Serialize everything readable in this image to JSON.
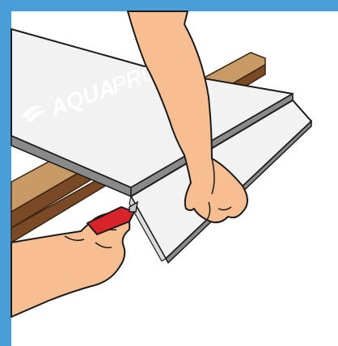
{
  "brand": {
    "name_bold": "AQUA",
    "name_light": "PRO",
    "logo_icon": "aquapro-swoosh-logo"
  },
  "colors": {
    "frame_border": "#4a9ed8",
    "board_face": "#f2f2f2",
    "board_edge": "#8a8a8a",
    "wood_light": "#c79a66",
    "wood_dark": "#7a4a26",
    "skin": "#f6be91",
    "knife": "#d8232a",
    "logo_text": "#ffffff"
  }
}
